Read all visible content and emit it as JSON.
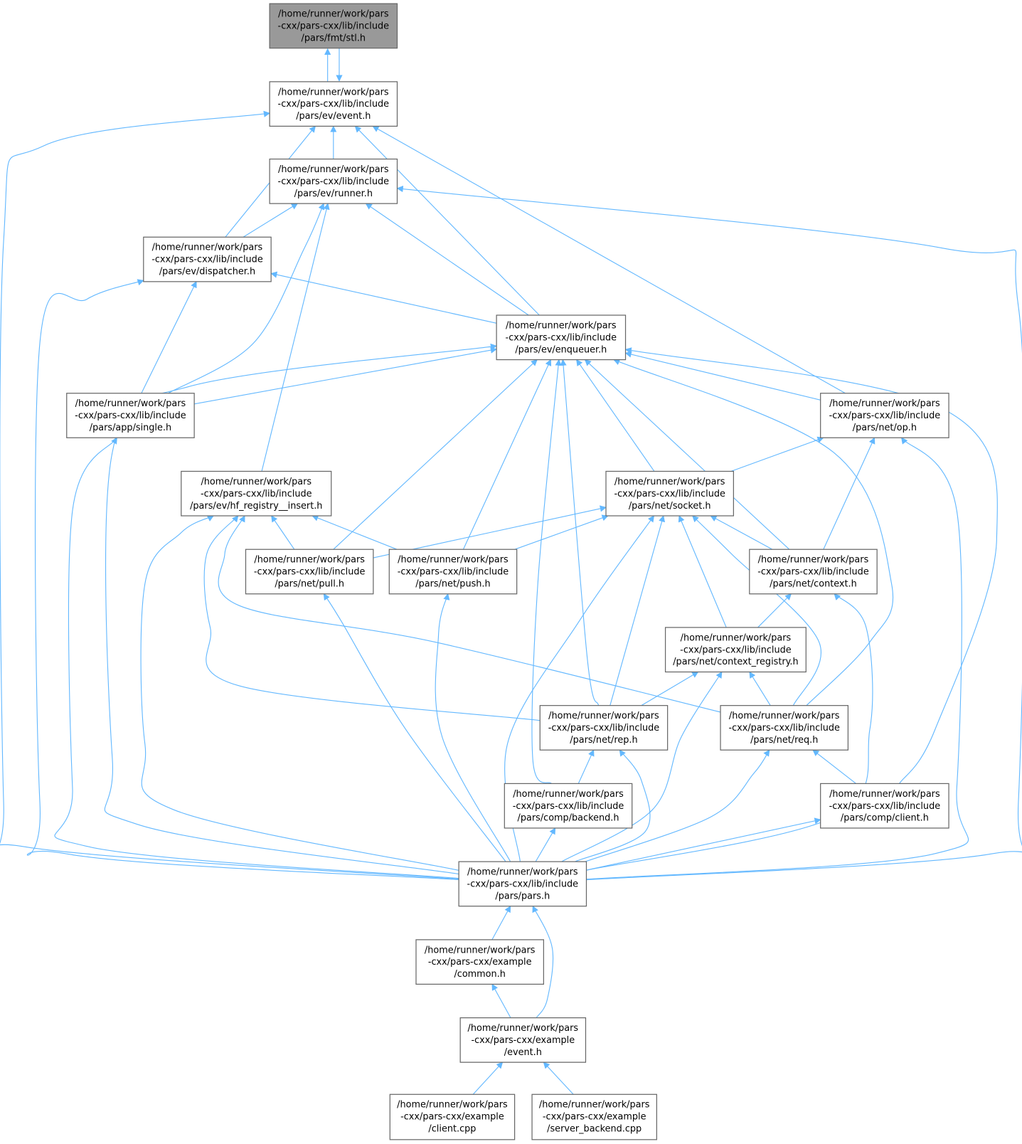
{
  "colors": {
    "edge": "#63b8ff",
    "root_fill": "#999999",
    "border": "#666666"
  },
  "nodes": [
    {
      "id": "stl",
      "lines": [
        "/home/runner/work/pars",
        "-cxx/pars-cxx/lib/include",
        "/pars/fmt/stl.h"
      ],
      "root": true
    },
    {
      "id": "event",
      "lines": [
        "/home/runner/work/pars",
        "-cxx/pars-cxx/lib/include",
        "/pars/ev/event.h"
      ]
    },
    {
      "id": "runner",
      "lines": [
        "/home/runner/work/pars",
        "-cxx/pars-cxx/lib/include",
        "/pars/ev/runner.h"
      ]
    },
    {
      "id": "dispatcher",
      "lines": [
        "/home/runner/work/pars",
        "-cxx/pars-cxx/lib/include",
        "/pars/ev/dispatcher.h"
      ]
    },
    {
      "id": "enqueuer",
      "lines": [
        "/home/runner/work/pars",
        "-cxx/pars-cxx/lib/include",
        "/pars/ev/enqueuer.h"
      ]
    },
    {
      "id": "single",
      "lines": [
        "/home/runner/work/pars",
        "-cxx/pars-cxx/lib/include",
        "/pars/app/single.h"
      ]
    },
    {
      "id": "op",
      "lines": [
        "/home/runner/work/pars",
        "-cxx/pars-cxx/lib/include",
        "/pars/net/op.h"
      ]
    },
    {
      "id": "hf",
      "lines": [
        "/home/runner/work/pars",
        "-cxx/pars-cxx/lib/include",
        "/pars/ev/hf_registry__insert.h"
      ]
    },
    {
      "id": "socket",
      "lines": [
        "/home/runner/work/pars",
        "-cxx/pars-cxx/lib/include",
        "/pars/net/socket.h"
      ]
    },
    {
      "id": "pull",
      "lines": [
        "/home/runner/work/pars",
        "-cxx/pars-cxx/lib/include",
        "/pars/net/pull.h"
      ]
    },
    {
      "id": "push",
      "lines": [
        "/home/runner/work/pars",
        "-cxx/pars-cxx/lib/include",
        "/pars/net/push.h"
      ]
    },
    {
      "id": "context",
      "lines": [
        "/home/runner/work/pars",
        "-cxx/pars-cxx/lib/include",
        "/pars/net/context.h"
      ]
    },
    {
      "id": "ctxreg",
      "lines": [
        "/home/runner/work/pars",
        "-cxx/pars-cxx/lib/include",
        "/pars/net/context_registry.h"
      ]
    },
    {
      "id": "rep",
      "lines": [
        "/home/runner/work/pars",
        "-cxx/pars-cxx/lib/include",
        "/pars/net/rep.h"
      ]
    },
    {
      "id": "req",
      "lines": [
        "/home/runner/work/pars",
        "-cxx/pars-cxx/lib/include",
        "/pars/net/req.h"
      ]
    },
    {
      "id": "backend",
      "lines": [
        "/home/runner/work/pars",
        "-cxx/pars-cxx/lib/include",
        "/pars/comp/backend.h"
      ]
    },
    {
      "id": "client",
      "lines": [
        "/home/runner/work/pars",
        "-cxx/pars-cxx/lib/include",
        "/pars/comp/client.h"
      ]
    },
    {
      "id": "pars",
      "lines": [
        "/home/runner/work/pars",
        "-cxx/pars-cxx/lib/include",
        "/pars/pars.h"
      ]
    },
    {
      "id": "common",
      "lines": [
        "/home/runner/work/pars",
        "-cxx/pars-cxx/example",
        "/common.h"
      ]
    },
    {
      "id": "exevent",
      "lines": [
        "/home/runner/work/pars",
        "-cxx/pars-cxx/example",
        "/event.h"
      ]
    },
    {
      "id": "clientcpp",
      "lines": [
        "/home/runner/work/pars",
        "-cxx/pars-cxx/example",
        "/client.cpp"
      ]
    },
    {
      "id": "serverbackend",
      "lines": [
        "/home/runner/work/pars",
        "-cxx/pars-cxx/example",
        "/server_backend.cpp"
      ]
    }
  ],
  "edges": [
    [
      "event",
      "stl"
    ],
    [
      "stl",
      "event"
    ],
    [
      "pars",
      "event"
    ],
    [
      "runner",
      "event"
    ],
    [
      "dispatcher",
      "event"
    ],
    [
      "enqueuer",
      "event"
    ],
    [
      "op",
      "event"
    ],
    [
      "dispatcher",
      "runner"
    ],
    [
      "single",
      "runner"
    ],
    [
      "hf",
      "runner"
    ],
    [
      "enqueuer",
      "runner"
    ],
    [
      "pars",
      "runner"
    ],
    [
      "enqueuer",
      "dispatcher"
    ],
    [
      "single",
      "dispatcher"
    ],
    [
      "pars",
      "dispatcher"
    ],
    [
      "single",
      "enqueuer"
    ],
    [
      "op",
      "enqueuer"
    ],
    [
      "pull",
      "enqueuer"
    ],
    [
      "push",
      "enqueuer"
    ],
    [
      "socket",
      "enqueuer"
    ],
    [
      "context",
      "enqueuer"
    ],
    [
      "req",
      "enqueuer"
    ],
    [
      "rep",
      "enqueuer"
    ],
    [
      "backend",
      "enqueuer"
    ],
    [
      "client",
      "enqueuer"
    ],
    [
      "pars",
      "enqueuer"
    ],
    [
      "pars",
      "single"
    ],
    [
      "socket",
      "op"
    ],
    [
      "context",
      "op"
    ],
    [
      "pars",
      "op"
    ],
    [
      "pull",
      "hf"
    ],
    [
      "push",
      "hf"
    ],
    [
      "pars",
      "hf"
    ],
    [
      "rep",
      "hf"
    ],
    [
      "req",
      "hf"
    ],
    [
      "pull",
      "socket"
    ],
    [
      "push",
      "socket"
    ],
    [
      "context",
      "socket"
    ],
    [
      "ctxreg",
      "socket"
    ],
    [
      "rep",
      "socket"
    ],
    [
      "req",
      "socket"
    ],
    [
      "pars",
      "socket"
    ],
    [
      "pars",
      "pull"
    ],
    [
      "pars",
      "push"
    ],
    [
      "ctxreg",
      "context"
    ],
    [
      "pars",
      "context"
    ],
    [
      "rep",
      "ctxreg"
    ],
    [
      "req",
      "ctxreg"
    ],
    [
      "pars",
      "ctxreg"
    ],
    [
      "backend",
      "rep"
    ],
    [
      "pars",
      "rep"
    ],
    [
      "client",
      "req"
    ],
    [
      "pars",
      "req"
    ],
    [
      "pars",
      "backend"
    ],
    [
      "pars",
      "client"
    ],
    [
      "common",
      "pars"
    ],
    [
      "exevent",
      "pars"
    ],
    [
      "exevent",
      "common"
    ],
    [
      "clientcpp",
      "exevent"
    ],
    [
      "serverbackend",
      "exevent"
    ]
  ]
}
